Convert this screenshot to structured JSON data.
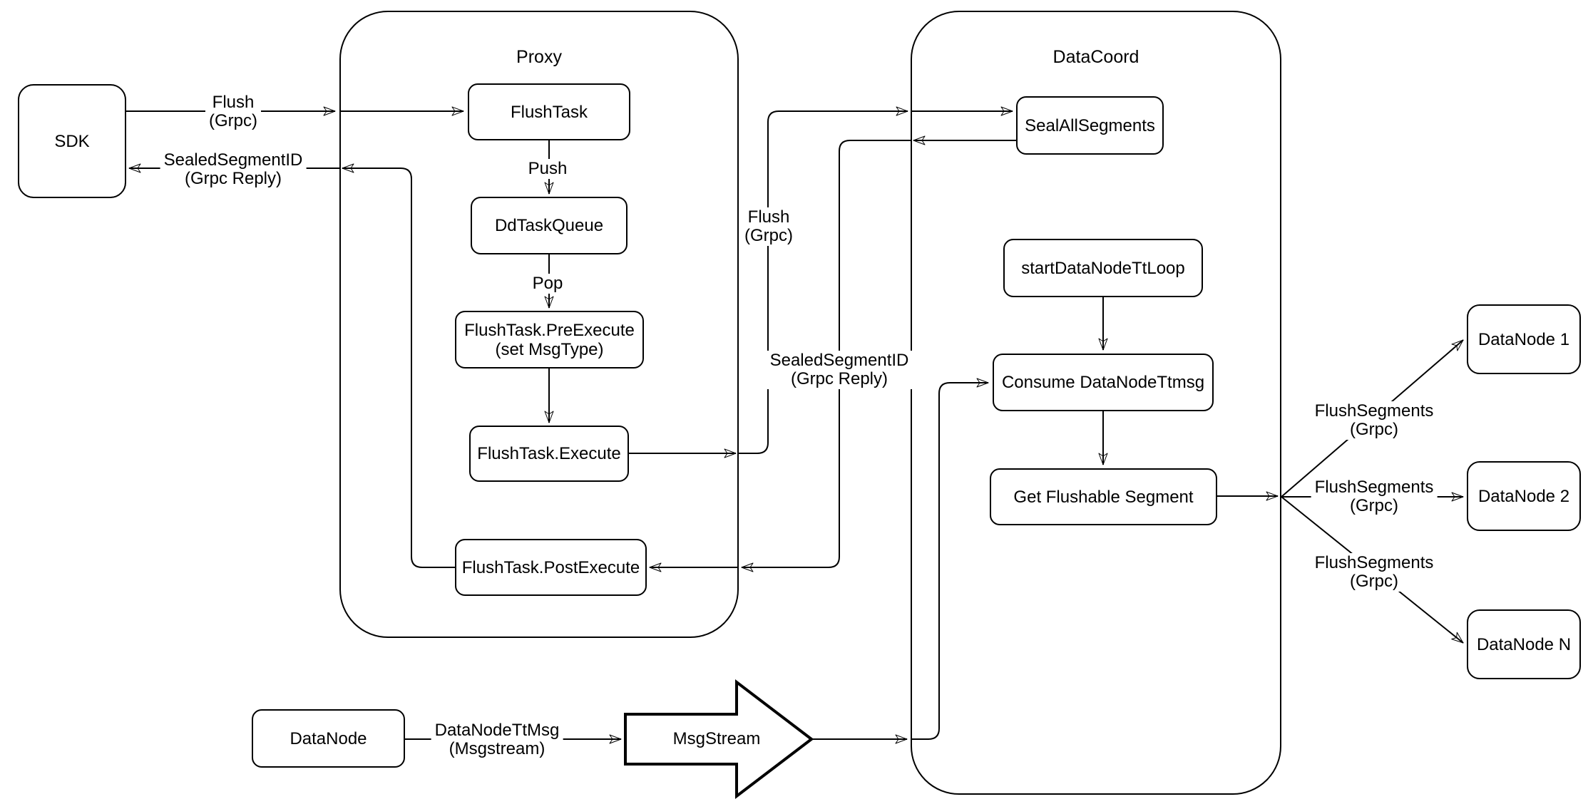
{
  "containers": {
    "proxy": {
      "label": "Proxy"
    },
    "datacoord": {
      "label": "DataCoord"
    }
  },
  "nodes": {
    "sdk": {
      "label": "SDK"
    },
    "flush_task": {
      "label": "FlushTask"
    },
    "dd_task_queue": {
      "label": "DdTaskQueue"
    },
    "pre_execute": {
      "label": "FlushTask.PreExecute\n(set MsgType)"
    },
    "execute": {
      "label": "FlushTask.Execute"
    },
    "post_execute": {
      "label": "FlushTask.PostExecute"
    },
    "seal_all_segments": {
      "label": "SealAllSegments"
    },
    "start_datanode_tt_loop": {
      "label": "startDataNodeTtLoop"
    },
    "consume_datanode_ttmsg": {
      "label": "Consume DataNodeTtmsg"
    },
    "get_flushable_segment": {
      "label": "Get Flushable Segment"
    },
    "datanode_1": {
      "label": "DataNode 1"
    },
    "datanode_2": {
      "label": "DataNode 2"
    },
    "datanode_n": {
      "label": "DataNode N"
    },
    "datanode_source": {
      "label": "DataNode"
    },
    "msg_stream": {
      "label": "MsgStream"
    }
  },
  "edge_labels": {
    "flush_grpc_sdk": "Flush\n(Grpc)",
    "sealed_segment_id_sdk": "SealedSegmentID\n(Grpc Reply)",
    "push": "Push",
    "pop": "Pop",
    "flush_grpc_mid": "Flush\n(Grpc)",
    "sealed_segment_id_mid": "SealedSegmentID\n(Grpc Reply)",
    "flush_segments_1": "FlushSegments\n(Grpc)",
    "flush_segments_2": "FlushSegments\n(Grpc)",
    "flush_segments_3": "FlushSegments\n(Grpc)",
    "datanode_tt_msg": "DataNodeTtMsg\n(Msgstream)"
  },
  "colors": {
    "stroke": "#000000",
    "background": "#ffffff"
  }
}
